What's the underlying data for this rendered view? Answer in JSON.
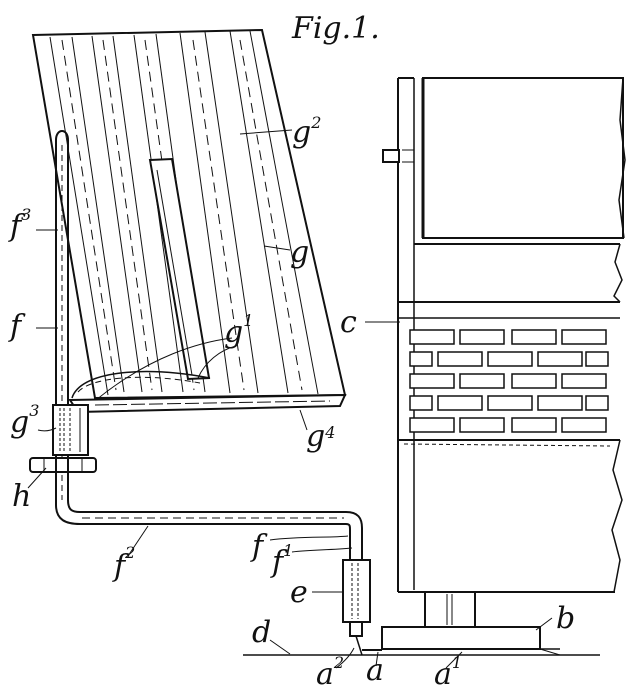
{
  "figure": {
    "title": "Fig.1."
  },
  "labels": {
    "g2": {
      "main": "g",
      "sup": "2"
    },
    "g": {
      "main": "g",
      "sup": ""
    },
    "f3": {
      "main": "f",
      "sup": "3"
    },
    "f": {
      "main": "f",
      "sup": ""
    },
    "c": {
      "main": "c",
      "sup": ""
    },
    "g1": {
      "main": "g",
      "sup": "1"
    },
    "g3": {
      "main": "g",
      "sup": "3"
    },
    "g4": {
      "main": "g",
      "sup": "4"
    },
    "h": {
      "main": "h",
      "sup": ""
    },
    "f2": {
      "main": "f",
      "sup": "2"
    },
    "f_lower": {
      "main": "f",
      "sup": ""
    },
    "f1": {
      "main": "f",
      "sup": "1"
    },
    "e": {
      "main": "e",
      "sup": ""
    },
    "b": {
      "main": "b",
      "sup": ""
    },
    "d": {
      "main": "d",
      "sup": ""
    },
    "a2": {
      "main": "a",
      "sup": "2"
    },
    "a": {
      "main": "a",
      "sup": ""
    },
    "a1": {
      "main": "a",
      "sup": "1"
    }
  },
  "colors": {
    "ink": "#111111",
    "paper": "#ffffff"
  }
}
